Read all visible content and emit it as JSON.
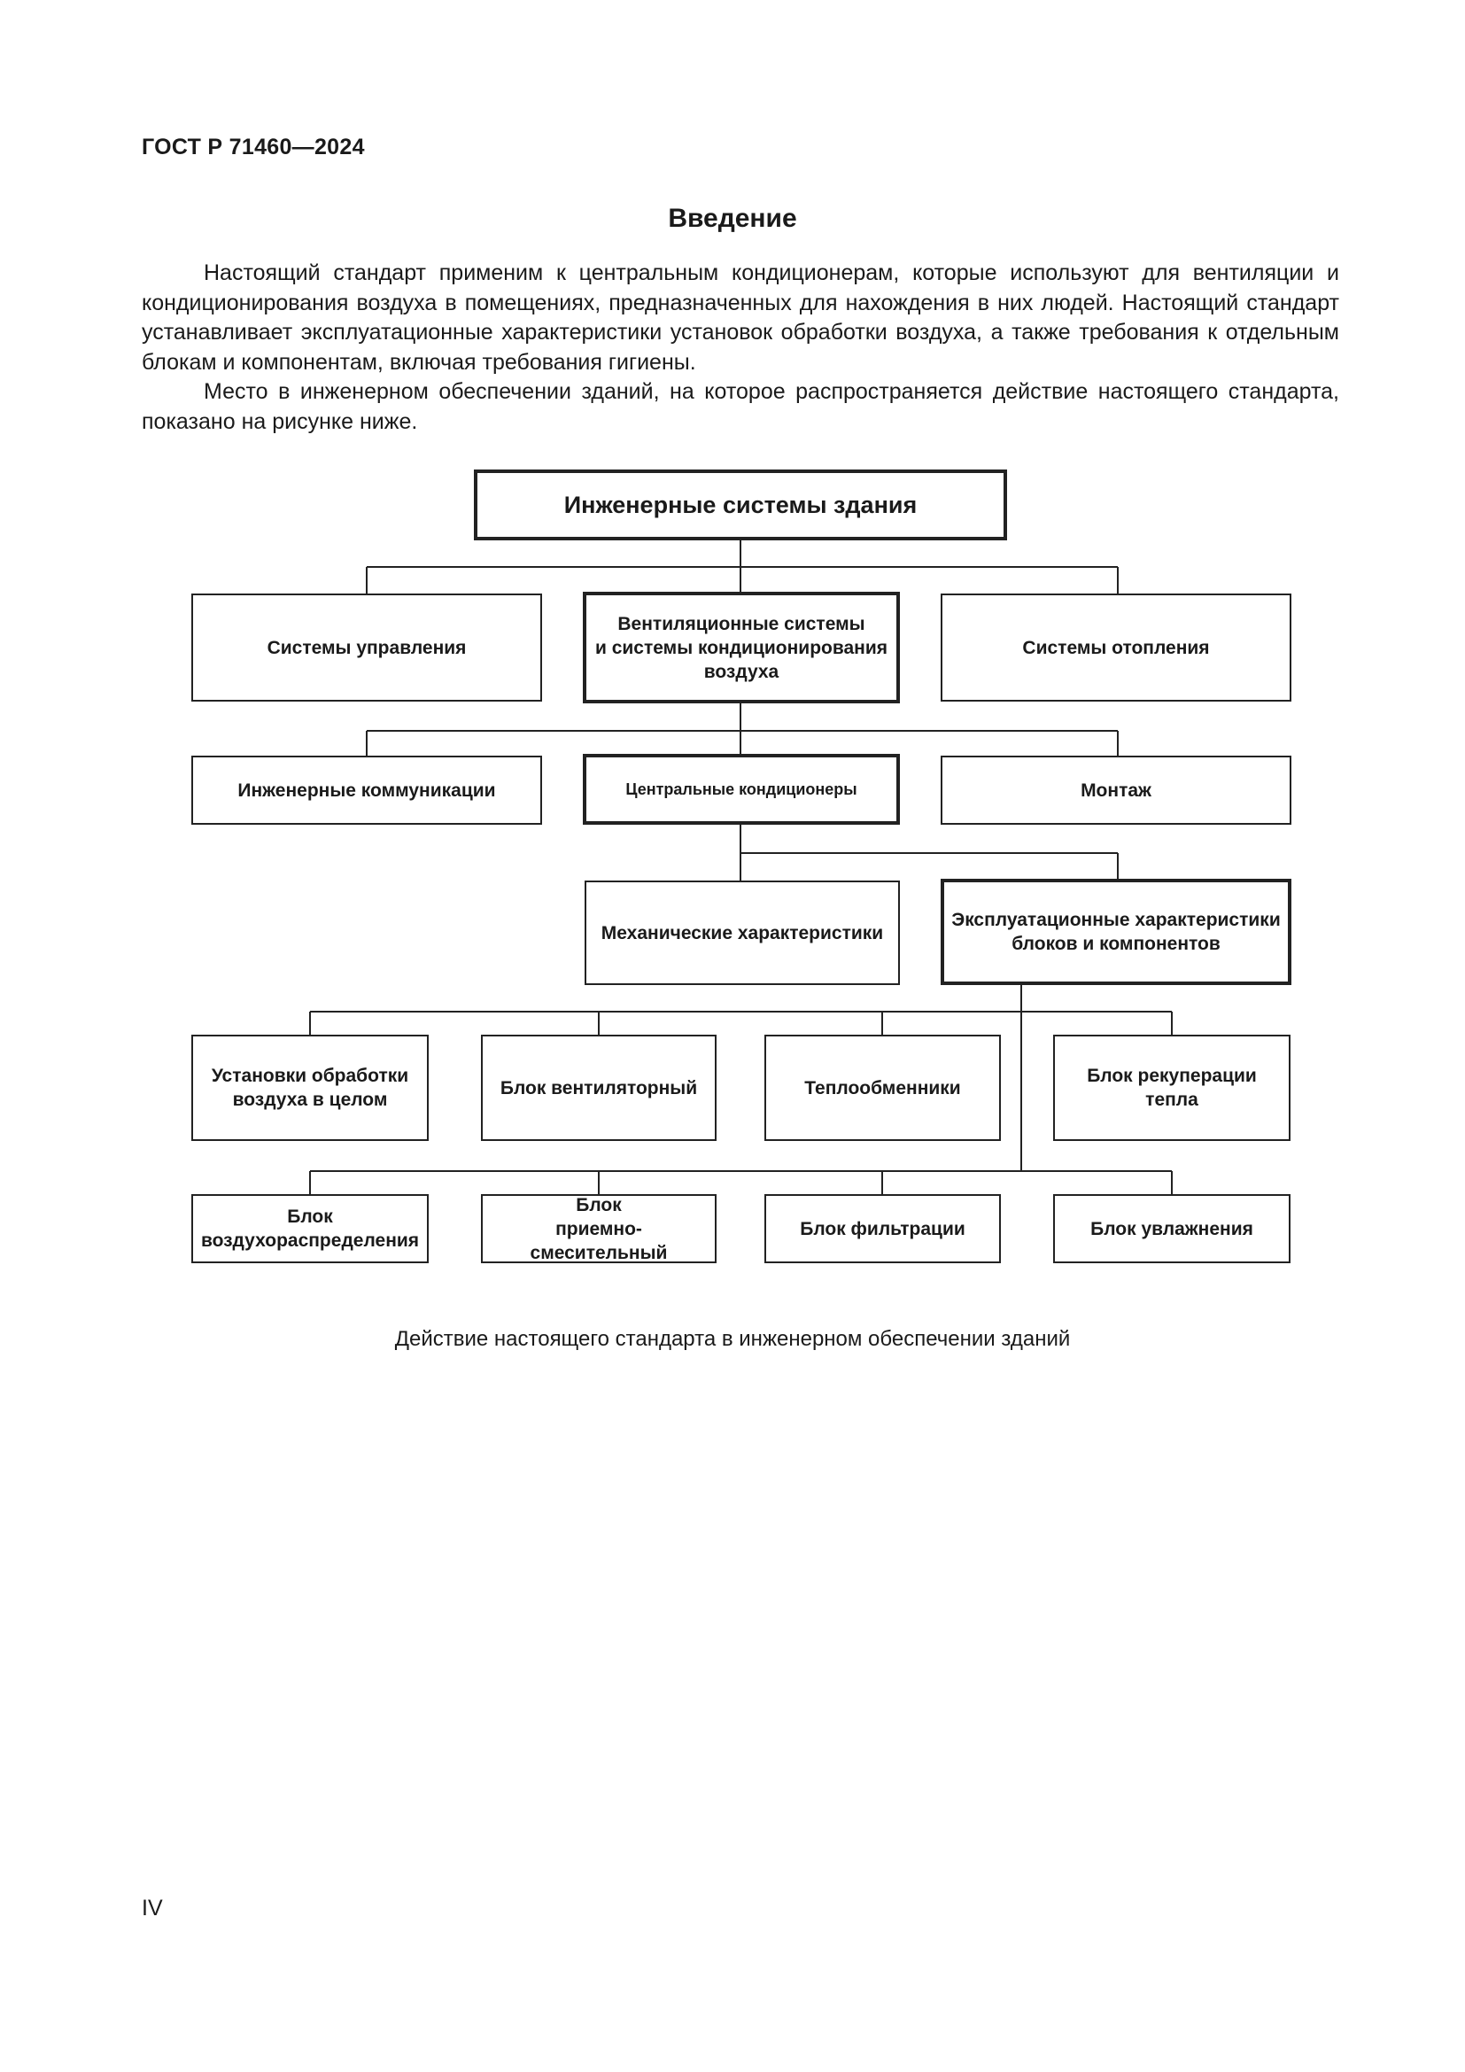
{
  "header": {
    "doc_code": "ГОСТ Р 71460—2024"
  },
  "intro": {
    "title": "Введение",
    "paragraphs": [
      "Настоящий стандарт применим к центральным кондиционерам, которые используют для вентиляции и кондиционирования воздуха в помещениях, предназначенных для нахождения в них людей. Настоящий стандарт устанавливает эксплуатационные характеристики установок обработки воздуха, а также требования к отдельным блокам и компонентам, включая требования гигиены.",
      "Место в инженерном обеспечении зданий, на которое распространяется действие настоящего стандарта, показано на рисунке ниже."
    ]
  },
  "diagram": {
    "root": "Инженерные системы здания",
    "level1": {
      "left": "Системы управления",
      "center": "Вентиляционные системы\nи системы кондиционирования\nвоздуха",
      "right": "Системы отопления"
    },
    "level2": {
      "left": "Инженерные коммуникации",
      "center": "Центральные кондиционеры",
      "right": "Монтаж"
    },
    "level3": {
      "left": "Механические характеристики",
      "right": "Эксплуатационные характеристики\nблоков и компонентов"
    },
    "level4": [
      "Установки обработки\nвоздуха в целом",
      "Блок вентиляторный",
      "Теплообменники",
      "Блок рекуперации\nтепла"
    ],
    "level5": [
      "Блок\nвоздухораспределения",
      "Блок\nприемно-смесительный",
      "Блок фильтрации",
      "Блок увлажнения"
    ],
    "caption": "Действие настоящего стандарта в инженерном обеспечении зданий"
  },
  "footer": {
    "page_number": "IV"
  }
}
